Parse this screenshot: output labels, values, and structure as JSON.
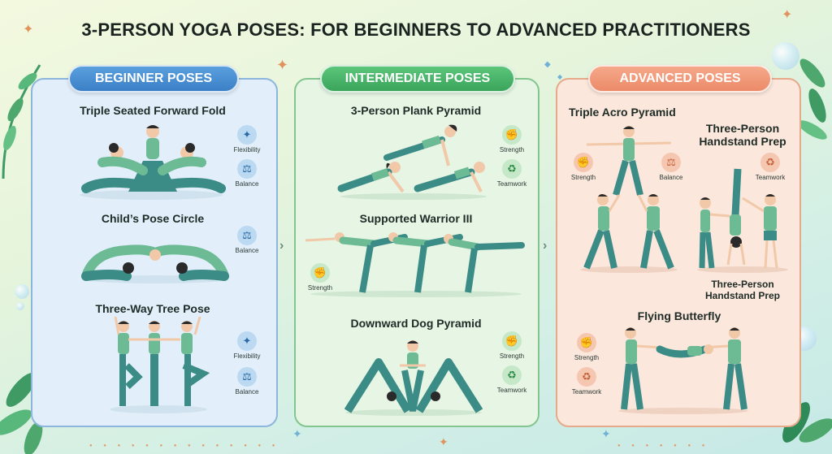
{
  "title": "3-PERSON YOGA POSES: FOR BEGINNERS TO ADVANCED PRACTITIONERS",
  "colors": {
    "beginner": "#3b7fc6",
    "intermediate": "#3aa45b",
    "advanced": "#ec8a69",
    "teal_garment": "#5aa88f",
    "pants": "#3b8b86",
    "skin": "#f1c9a8",
    "hair": "#2a2a2a"
  },
  "sections": {
    "beginner": {
      "label": "BEGINNER POSES",
      "poses": [
        {
          "name": "Triple Seated Forward Fold",
          "benefits": [
            "Flexibility",
            "Balance"
          ],
          "icons": [
            "stretch-icon",
            "scale-icon"
          ]
        },
        {
          "name": "Child’s Pose Circle",
          "benefits": [
            "Balance"
          ],
          "icons": [
            "scale-icon"
          ]
        },
        {
          "name": "Three-Way Tree Pose",
          "benefits": [
            "Flexibility",
            "Balance"
          ],
          "icons": [
            "stretch-icon",
            "scale-icon"
          ]
        }
      ]
    },
    "intermediate": {
      "label": "INTERMEDIATE POSES",
      "poses": [
        {
          "name": "3-Person Plank Pyramid",
          "benefits": [
            "Strength",
            "Teamwork"
          ],
          "icons": [
            "muscle-icon",
            "recycle-icon"
          ]
        },
        {
          "name": "Supported Warrior III",
          "benefits": [
            "Strength"
          ],
          "icons": [
            "muscle-icon"
          ]
        },
        {
          "name": "Downward Dog Pyramid",
          "benefits": [
            "Strength",
            "Teamwork"
          ],
          "icons": [
            "muscle-icon",
            "recycle-icon"
          ]
        }
      ]
    },
    "advanced": {
      "label": "ADVANCED POSES",
      "poses": [
        {
          "name": "Triple Acro Pyramid",
          "benefits": [
            "Strength",
            "Balance"
          ],
          "icons": [
            "muscle-icon",
            "scale-icon"
          ]
        },
        {
          "name": "Three-Person Handstand Prep",
          "benefits": [
            "Teamwork"
          ],
          "icons": [
            "recycle-icon"
          ],
          "caption": "Three-Person Handstand Prep"
        },
        {
          "name": "Flying Butterfly",
          "benefits": [
            "Strength",
            "Teamwork"
          ],
          "icons": [
            "muscle-icon",
            "recycle-icon"
          ]
        }
      ]
    }
  }
}
